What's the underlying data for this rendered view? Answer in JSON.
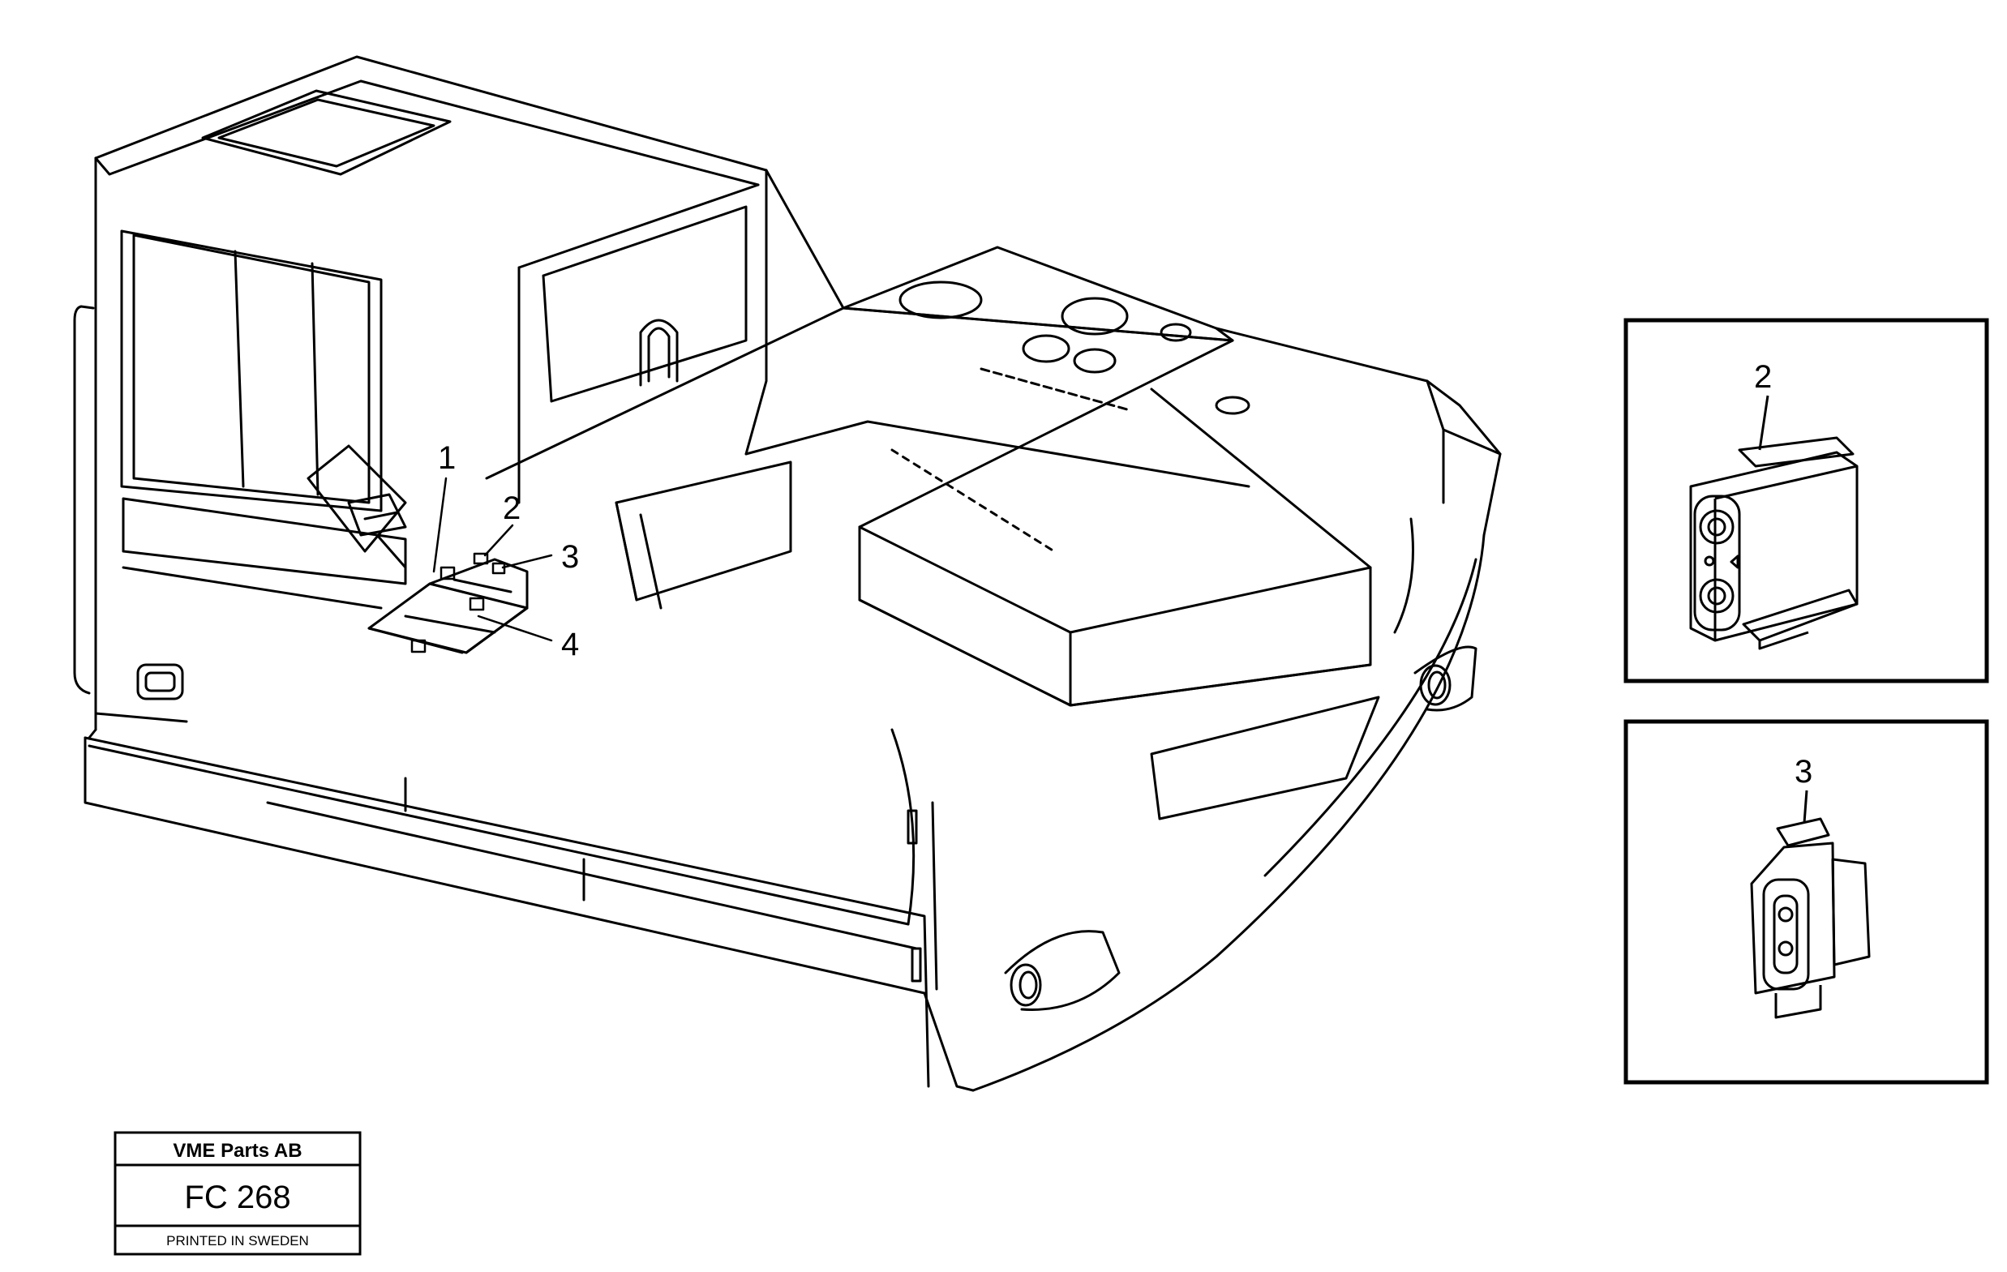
{
  "callouts": {
    "item1": "1",
    "item2": "2",
    "item3": "3",
    "item4": "4"
  },
  "insets": {
    "upper_label": "2",
    "lower_label": "3"
  },
  "stamp": {
    "company": "VME Parts AB",
    "code": "FC 268",
    "printed": "PRINTED IN SWEDEN"
  }
}
